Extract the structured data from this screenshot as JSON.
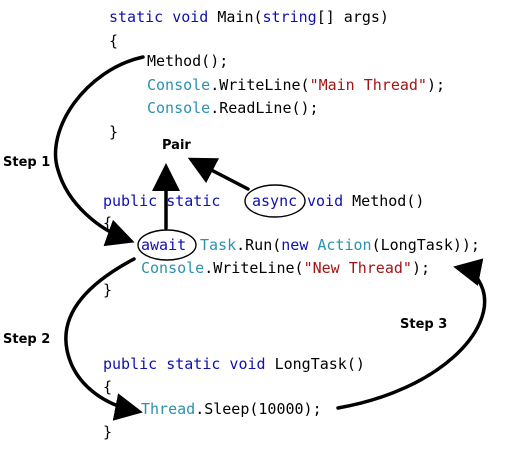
{
  "code": {
    "main": {
      "signature": {
        "kw": "static void",
        "name": " Main(",
        "type_kw": "string",
        "rest": "[] args)"
      },
      "open": "{",
      "call": "Method();",
      "writeline": {
        "cls": "Console",
        "method": ".WriteLine(",
        "str": "\"Main Thread\"",
        "end": ");"
      },
      "readline": {
        "cls": "Console",
        "method": ".ReadLine();"
      },
      "close": "}"
    },
    "method": {
      "signature": {
        "kw1": "public static",
        "async": "async",
        "kw2": "void",
        "name": " Method()"
      },
      "open": "{",
      "await_line": {
        "await": "await",
        "task": "Task",
        "run": ".Run(",
        "new": "new",
        "action": "Action",
        "rest": "(LongTask));"
      },
      "writeline": {
        "cls": "Console",
        "method": ".WriteLine(",
        "str": "\"New Thread\"",
        "end": ");"
      },
      "close": "}"
    },
    "longtask": {
      "signature": {
        "kw": "public static void",
        "name": " LongTask()"
      },
      "open": "{",
      "sleep": {
        "cls": "Thread",
        "rest": ".Sleep(10000);"
      },
      "close": "}"
    }
  },
  "labels": {
    "pair": "Pair",
    "step1": "Step 1",
    "step2": "Step 2",
    "step3": "Step 3"
  },
  "colors": {
    "keyword": "#1010b0",
    "type": "#2b91af",
    "string": "#a31515",
    "arrow": "#000000"
  },
  "icons": {
    "arrow_head": "filled-triangle"
  }
}
